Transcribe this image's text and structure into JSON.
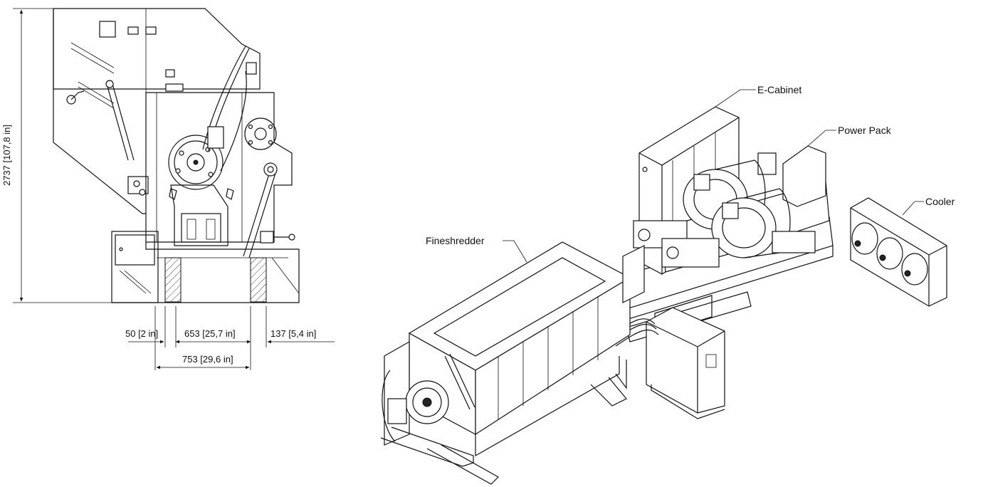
{
  "dimensions": {
    "height": "2737 [107,8 in]",
    "gap_left": "50 [2 in]",
    "inner_width": "653 [25,7 in]",
    "gap_right": "137 [5,4 in]",
    "outer_width": "753 [29,6 in]"
  },
  "callouts": {
    "e_cabinet": "E-Cabinet",
    "power_pack": "Power Pack",
    "cooler": "Cooler",
    "fineshredder": "Fineshredder"
  },
  "colors": {
    "line": "#111111",
    "background": "#ffffff"
  }
}
